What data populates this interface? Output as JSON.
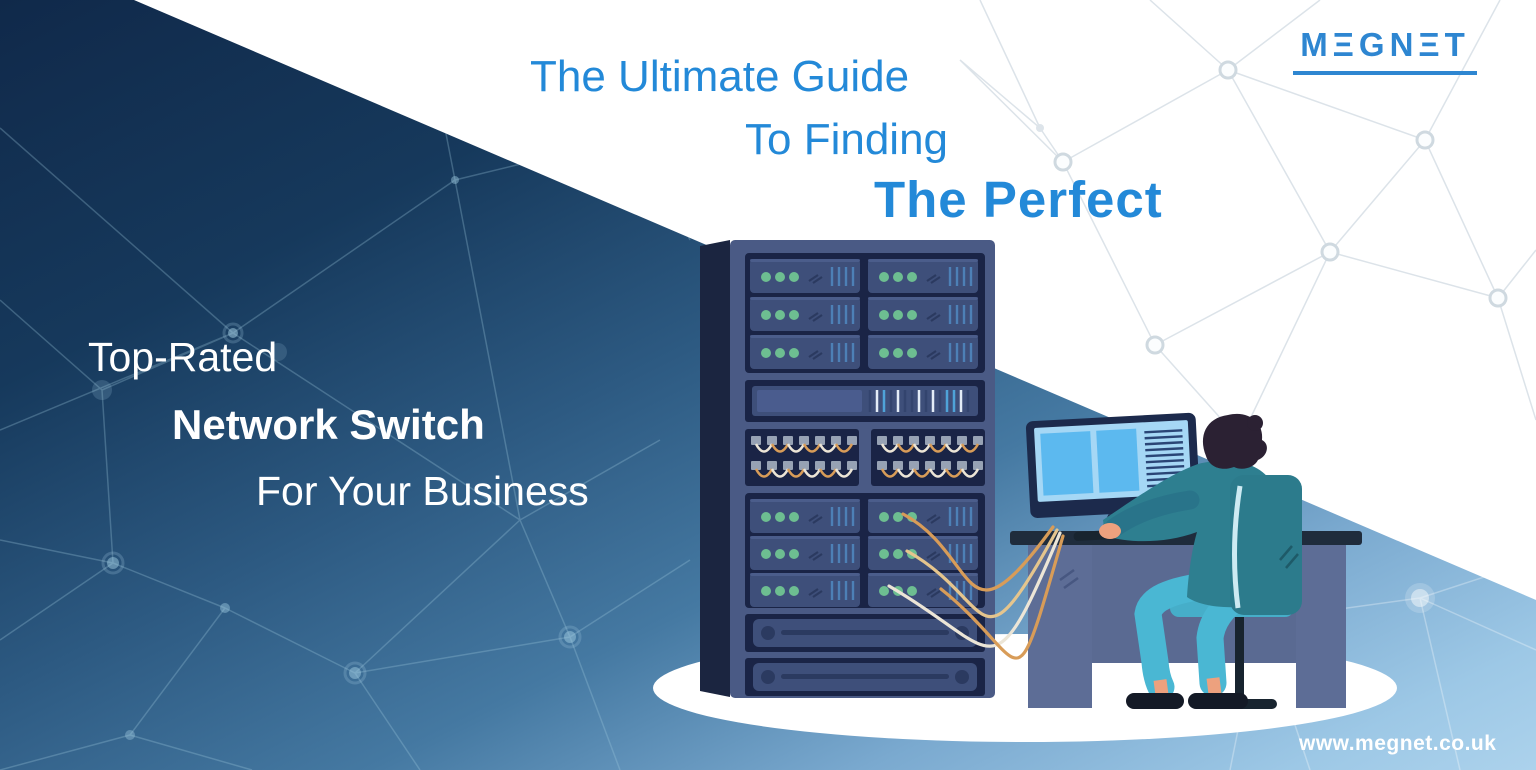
{
  "brand": {
    "name": "MEGNET",
    "logo_display": "MΞGNΞT",
    "logo_color": "#2e86d1"
  },
  "headline": {
    "line1": "The Ultimate Guide",
    "line2": "To Finding",
    "line3": "The Perfect",
    "color": "#2389d8"
  },
  "tagline": {
    "line1": "Top-Rated",
    "line2": "Network Switch",
    "line3": "For Your Business",
    "color": "#ffffff"
  },
  "website": "www.megnet.co.uk",
  "palette": {
    "dark_navy": "#10294a",
    "steel_blue": "#2d5a82",
    "light_blue_corner": "#acd2ec",
    "rack_face": "#4a5a85",
    "rack_bay": "#1a2446",
    "server_slate": "#3e4f7a",
    "led_green": "#6dbe91",
    "vent_blue": "#4d80b6",
    "cable_orange": "#d89c58",
    "cable_white": "#ece5d6",
    "desk_slate": "#5d6d96",
    "jacket_teal": "#2e7f90",
    "pants_teal": "#4ab7d3",
    "skin": "#eda17e"
  }
}
